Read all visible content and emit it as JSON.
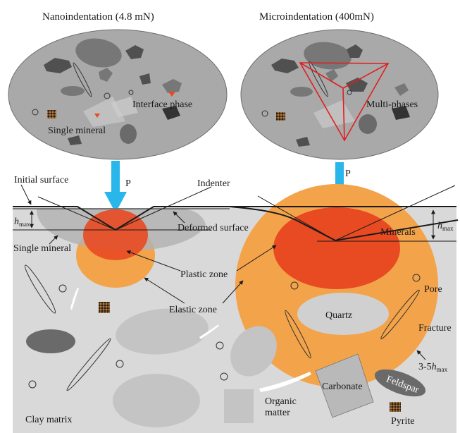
{
  "titles": {
    "nano": "Nanoindentation (4.8 mN)",
    "micro": "Microindentation (400mN)"
  },
  "top_labels": {
    "interface_phase": "Interface phase",
    "single_mineral": "Single mineral",
    "multi_phases": "Multi-phases"
  },
  "load": {
    "left": "P",
    "right": "P"
  },
  "labels": {
    "initial_surface": "Initial surface",
    "indenter": "Indenter",
    "h_left": "h",
    "h_left_sub": "max",
    "single_mineral": "Single mineral",
    "deformed_surface": "Deformed surface",
    "minerals": "Minerals",
    "h_right": "h",
    "h_right_sub": "max",
    "plastic_zone": "Plastic zone",
    "elastic_zone": "Elastic zone",
    "pore": "Pore",
    "quartz": "Quartz",
    "fracture": "Fracture",
    "depth_prefix": "3-5",
    "depth_h": "h",
    "depth_sub": "max",
    "feldspar": "Feldspar",
    "organic_line1": "Organic",
    "organic_line2": "matter",
    "carbonate": "Carbonate",
    "clay_matrix": "Clay matrix",
    "pyrite": "Pyrite"
  },
  "colors": {
    "matrix": "#d9d9d9",
    "disc": "#a9a9a9",
    "grain_dark": "#505050",
    "grain_mid": "#777777",
    "grain_light": "#c4c4c4",
    "plastic": "#e84a22",
    "elastic": "#f3a34a",
    "arrow": "#29b6ea",
    "indenter_tri": "#e02020"
  }
}
